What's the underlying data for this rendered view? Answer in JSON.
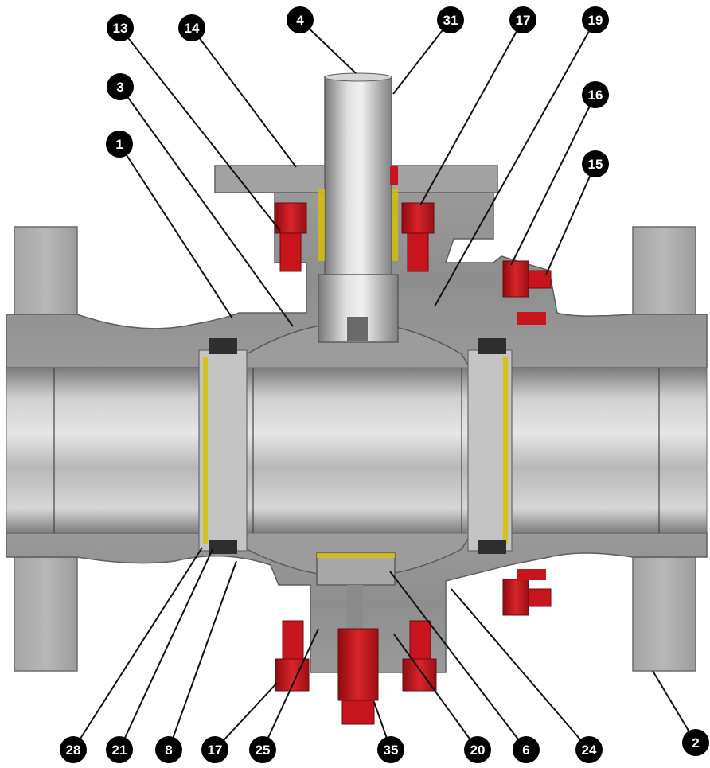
{
  "callouts": [
    {
      "id": "c4",
      "label": "4"
    },
    {
      "id": "c31",
      "label": "31"
    },
    {
      "id": "c13",
      "label": "13"
    },
    {
      "id": "c14",
      "label": "14"
    },
    {
      "id": "c17a",
      "label": "17"
    },
    {
      "id": "c19",
      "label": "19"
    },
    {
      "id": "c3",
      "label": "3"
    },
    {
      "id": "c16",
      "label": "16"
    },
    {
      "id": "c1",
      "label": "1"
    },
    {
      "id": "c15",
      "label": "15"
    },
    {
      "id": "c2",
      "label": "2"
    },
    {
      "id": "c28",
      "label": "28"
    },
    {
      "id": "c21",
      "label": "21"
    },
    {
      "id": "c8",
      "label": "8"
    },
    {
      "id": "c17b",
      "label": "17"
    },
    {
      "id": "c25",
      "label": "25"
    },
    {
      "id": "c35",
      "label": "35"
    },
    {
      "id": "c20",
      "label": "20"
    },
    {
      "id": "c6",
      "label": "6"
    },
    {
      "id": "c24",
      "label": "24"
    }
  ],
  "colors": {
    "body_steel": "#8c8c8c",
    "bore_steel": "#b4b4b4",
    "fastener_red": "#c8141c",
    "seal_yellow": "#d8c000",
    "callout_fill": "#000000"
  }
}
